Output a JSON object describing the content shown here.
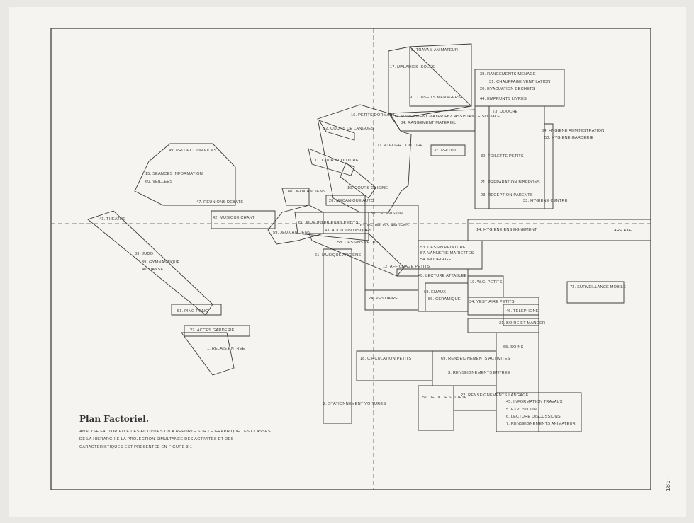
{
  "plan": {
    "title": "Plan Factoriel.",
    "caption": "ANALYSE FACTORIELLE DES ACTIVITES ON A REPORTE SUR LE GRAPHIQUE LES CLASSES DE LA HIERARCHIE LA PROJECTION SIMULTANEE DES ACTIVITES ET DES CARACTERISTIQUES EST PRESENTEE EN FIGURE 3.1",
    "axis_label": "ARE AXE",
    "page_number": "-189-"
  },
  "activities": [
    {
      "id": "a8",
      "text": "8. TRAVAIL ANIMATEUR"
    },
    {
      "id": "a17",
      "text": "17. MALADIES ISOLES"
    },
    {
      "id": "a9",
      "text": "9. CONSEILS MENAGERS"
    },
    {
      "id": "a38",
      "text": "38. RANGEMENTS MENAGE"
    },
    {
      "id": "a31",
      "text": "31. CHAUFFAGE VENTILATION"
    },
    {
      "id": "a20",
      "text": "20. EVACUATION DECHETS"
    },
    {
      "id": "a44",
      "text": "44. EMPRUNTS LIVRES"
    },
    {
      "id": "a13",
      "text": "13. RANGEMENT MATERIEL"
    },
    {
      "id": "a34",
      "text": "34. RANGEMENT MATERIEL"
    },
    {
      "id": "a62",
      "text": "62. ASSISTANCE SOCIALE"
    },
    {
      "id": "a73",
      "text": "73. DOUCHE"
    },
    {
      "id": "a16",
      "text": "16. PETITS DORMANT"
    },
    {
      "id": "a52",
      "text": "52. COURS DE LANGUES"
    },
    {
      "id": "a71",
      "text": "71. ATELIER COUTURE"
    },
    {
      "id": "a37",
      "text": "37. PHOTO"
    },
    {
      "id": "a64",
      "text": "64. HYGIENE ADMINISTRATION"
    },
    {
      "id": "a50",
      "text": "50. HYGIENE GARDERIE"
    },
    {
      "id": "a11",
      "text": "11. COURS COUTURE"
    },
    {
      "id": "a30",
      "text": "30. TOILETTE PETITS"
    },
    {
      "id": "a21",
      "text": "21. PREPARATION BIBERONS"
    },
    {
      "id": "a23",
      "text": "23. RECEPTION PARENTS"
    },
    {
      "id": "a33",
      "text": "33. HYGIENE CENTRE"
    },
    {
      "id": "a49",
      "text": "49. PROJECTION FILMS"
    },
    {
      "id": "a15",
      "text": "15. SEANCES INFORMATION"
    },
    {
      "id": "a60",
      "text": "60. VEILLEES"
    },
    {
      "id": "a47",
      "text": "47. REUNIONS DEBATS"
    },
    {
      "id": "a42",
      "text": "42. MUSIQUE CHANT"
    },
    {
      "id": "a10",
      "text": "10. COURS CUISINE"
    },
    {
      "id": "a26",
      "text": "26. MECANIQUE AUTO"
    },
    {
      "id": "a66",
      "text": "66. TELEVISION"
    },
    {
      "id": "a63",
      "text": "63. REUNIONS ANCIENS"
    },
    {
      "id": "a60b",
      "text": "60. JEUX ANCIENS"
    },
    {
      "id": "a25",
      "text": "25. JEUX INTERIEURS PETITS"
    },
    {
      "id": "a43",
      "text": "43. AUDITION DISQUES"
    },
    {
      "id": "a58",
      "text": "58. DESSINS PETITS"
    },
    {
      "id": "a59",
      "text": "59. JEUX ANCIENS"
    },
    {
      "id": "a41",
      "text": "41. THEATRE"
    },
    {
      "id": "a14",
      "text": "14. HYGIENE ENSEIGNEMENT"
    },
    {
      "id": "a53",
      "text": "53. DESSIN PEINTURE"
    },
    {
      "id": "a57",
      "text": "57. VANNERIE MARIETTES"
    },
    {
      "id": "a54",
      "text": "54. MODELAGE"
    },
    {
      "id": "a61",
      "text": "61. MUSIQUE ANCIENS"
    },
    {
      "id": "a12",
      "text": "12. AFFICHAGE PETITS"
    },
    {
      "id": "a39",
      "text": "39. JUDO"
    },
    {
      "id": "a39b",
      "text": "39. GYMNASTIQUE"
    },
    {
      "id": "a40",
      "text": "40. DANSE"
    },
    {
      "id": "a48",
      "text": "48. LECTURE ATTABLEE"
    },
    {
      "id": "a19",
      "text": "19. W.C. PETITS"
    },
    {
      "id": "a72",
      "text": "72. SURVEILLANCE MOBILE"
    },
    {
      "id": "a68",
      "text": "68. EMAUX"
    },
    {
      "id": "a56",
      "text": "56. CERAMIQUE"
    },
    {
      "id": "a24",
      "text": "24. VESTIAIRE"
    },
    {
      "id": "a34b",
      "text": "34. VESTIAIRE PETITS"
    },
    {
      "id": "a46",
      "text": "46. TELEPHONE"
    },
    {
      "id": "a51",
      "text": "51. PING PONG"
    },
    {
      "id": "a27",
      "text": "27. ACCES GARDERIE"
    },
    {
      "id": "a31b",
      "text": "31. BOIRE ET MANGER"
    },
    {
      "id": "a1",
      "text": "1. RELAIS ENTREE"
    },
    {
      "id": "a65",
      "text": "65. SOINS"
    },
    {
      "id": "a18",
      "text": "18. CIRCULATION PETITS"
    },
    {
      "id": "a69",
      "text": "69. RENSEIGNEMENTS ACTIVITES"
    },
    {
      "id": "a3",
      "text": "3. RENSEIGNEMENTS ENTREE"
    },
    {
      "id": "a2",
      "text": "2. STATIONNEMENT VOITURES"
    },
    {
      "id": "a51b",
      "text": "51. JEUX DE SOCIETE"
    },
    {
      "id": "a22",
      "text": "22. RENSEIGNEMENTS LANGAGE"
    },
    {
      "id": "a45",
      "text": "45. INFORMATION TRAVAUX"
    },
    {
      "id": "a5",
      "text": "5. EXPOSITION"
    },
    {
      "id": "a6",
      "text": "6. LECTURE DISCUSSIONS"
    },
    {
      "id": "a7",
      "text": "7. RENSEIGNEMENTS ANIMATEUR"
    }
  ]
}
